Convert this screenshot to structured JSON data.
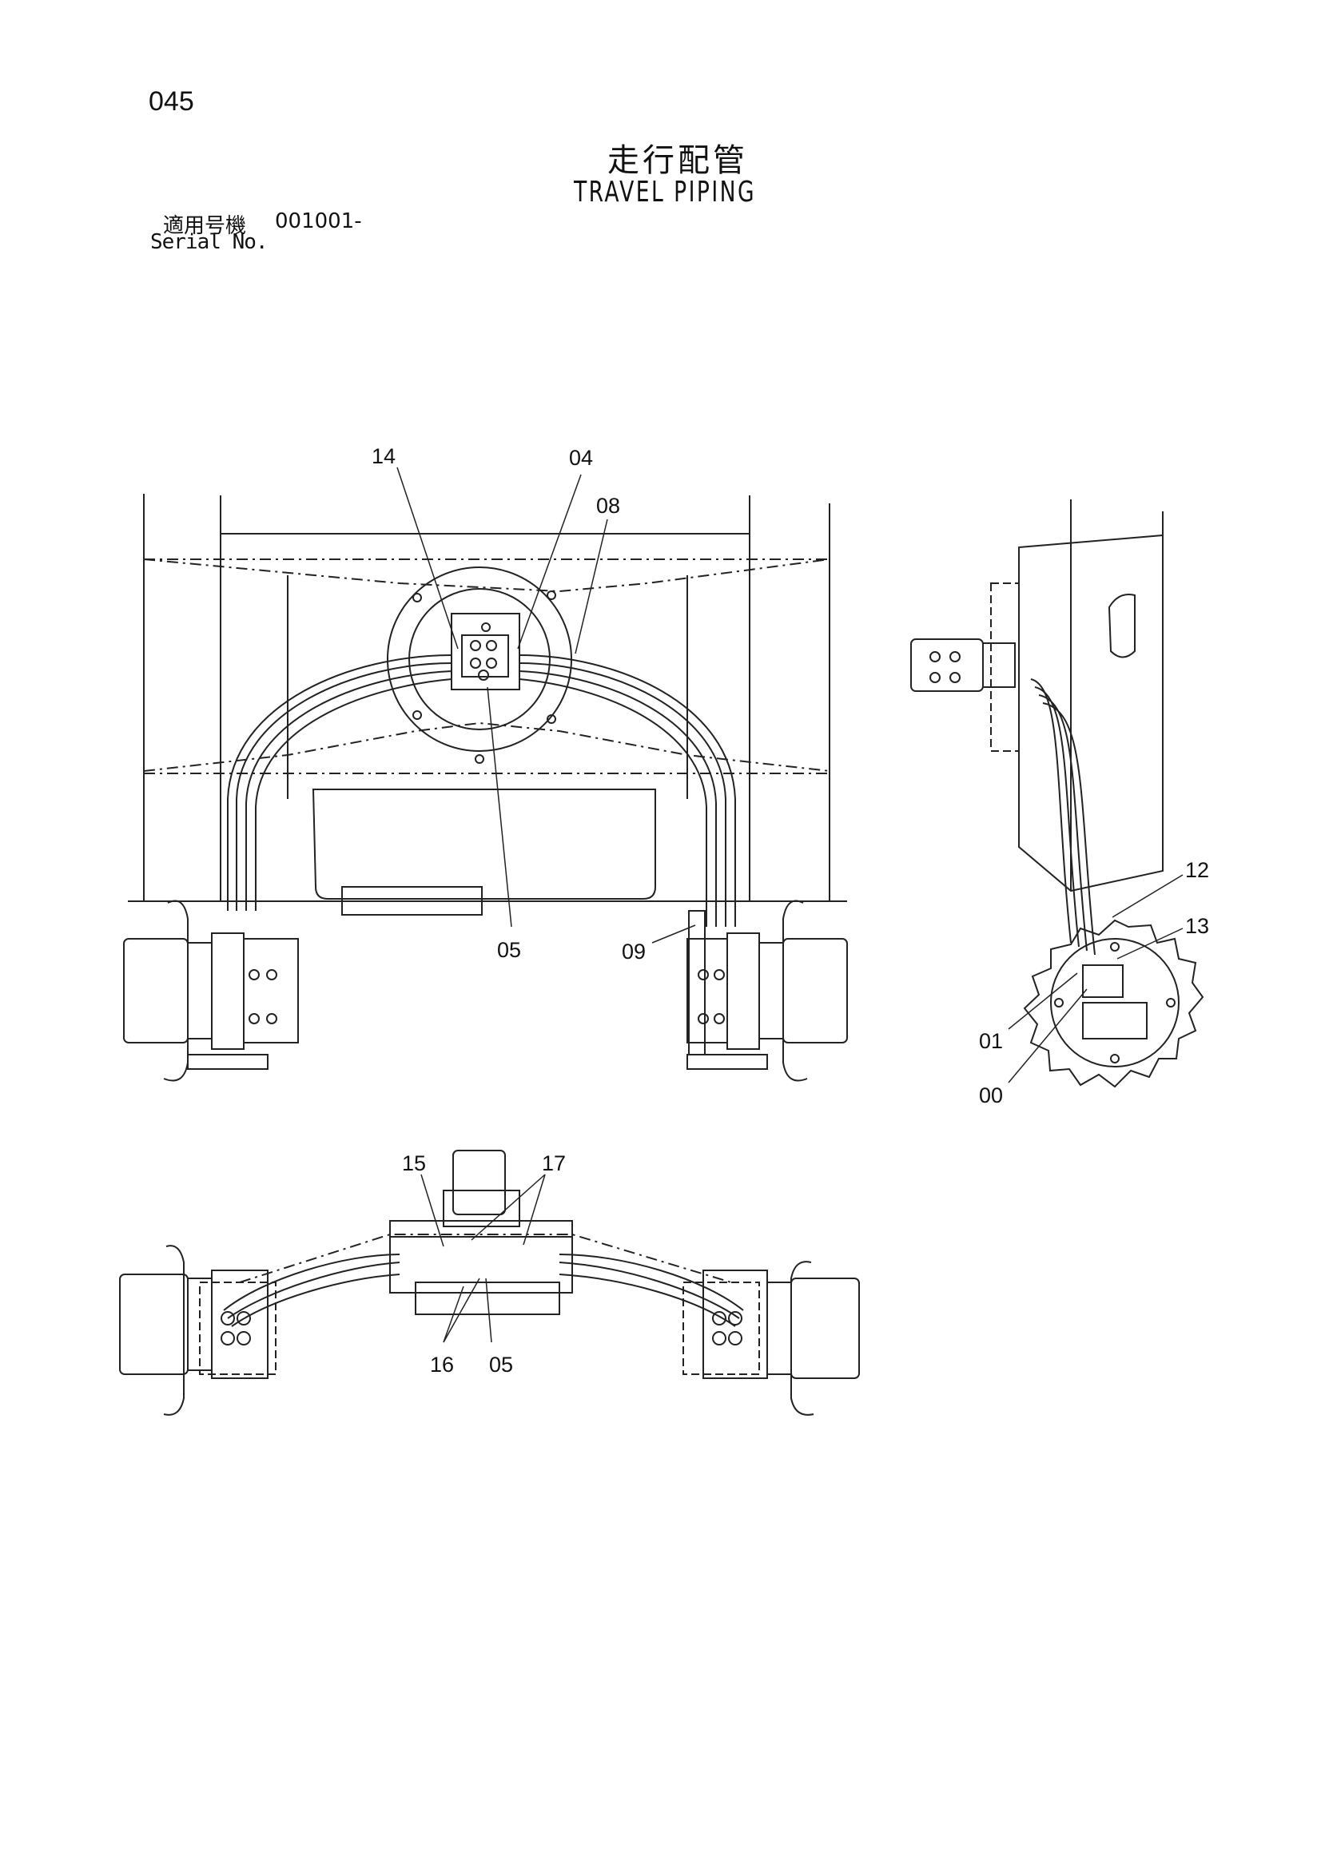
{
  "page": {
    "number": "045",
    "title_jp": "走行配管",
    "title_en": "TRAVEL PIPING",
    "serial_label_jp": "適用号機",
    "serial_value": "001001-",
    "serial_label_en": "Serial No."
  },
  "callouts": {
    "c14": "14",
    "c04": "04",
    "c08": "08",
    "c05_top": "05",
    "c09": "09",
    "c12": "12",
    "c13": "13",
    "c01": "01",
    "c00": "00",
    "c15": "15",
    "c17": "17",
    "c16": "16",
    "c05_bottom": "05"
  }
}
